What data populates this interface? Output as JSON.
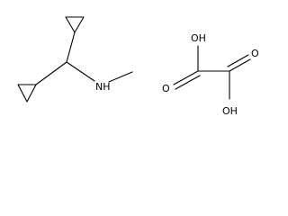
{
  "structure_a": {
    "amine_label": "NH"
  },
  "structure_b": {
    "oh_top_label": "OH",
    "oh_bottom_label": "OH",
    "o_left_label": "O",
    "o_right_label": "O"
  },
  "colors": {
    "bond": "#000000",
    "text": "#000000",
    "background": "#ffffff"
  }
}
